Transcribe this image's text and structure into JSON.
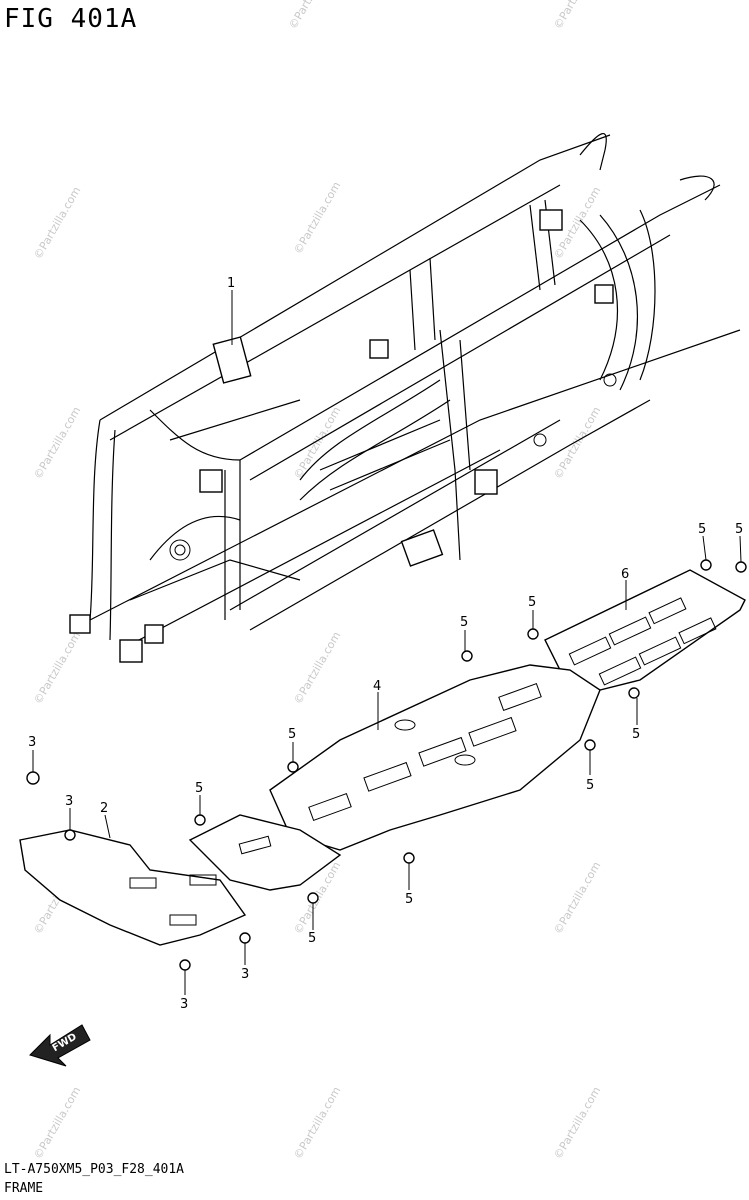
{
  "figure": {
    "title": "FIG 401A",
    "code": "LT-A750XM5_P03_F28_401A",
    "caption": "FRAME"
  },
  "watermark": "©Partzilla.com",
  "fwd_label": "FWD",
  "callouts": [
    {
      "id": "c1",
      "label": "1"
    },
    {
      "id": "c2",
      "label": "2"
    },
    {
      "id": "c3a",
      "label": "3"
    },
    {
      "id": "c3b",
      "label": "3"
    },
    {
      "id": "c3c",
      "label": "3"
    },
    {
      "id": "c3d",
      "label": "3"
    },
    {
      "id": "c4",
      "label": "4"
    },
    {
      "id": "c5a",
      "label": "5"
    },
    {
      "id": "c5b",
      "label": "5"
    },
    {
      "id": "c5c",
      "label": "5"
    },
    {
      "id": "c5d",
      "label": "5"
    },
    {
      "id": "c5e",
      "label": "5"
    },
    {
      "id": "c5f",
      "label": "5"
    },
    {
      "id": "c5g",
      "label": "5"
    },
    {
      "id": "c5h",
      "label": "5"
    },
    {
      "id": "c5i",
      "label": "5"
    },
    {
      "id": "c5j",
      "label": "5"
    },
    {
      "id": "c6",
      "label": "6"
    }
  ]
}
